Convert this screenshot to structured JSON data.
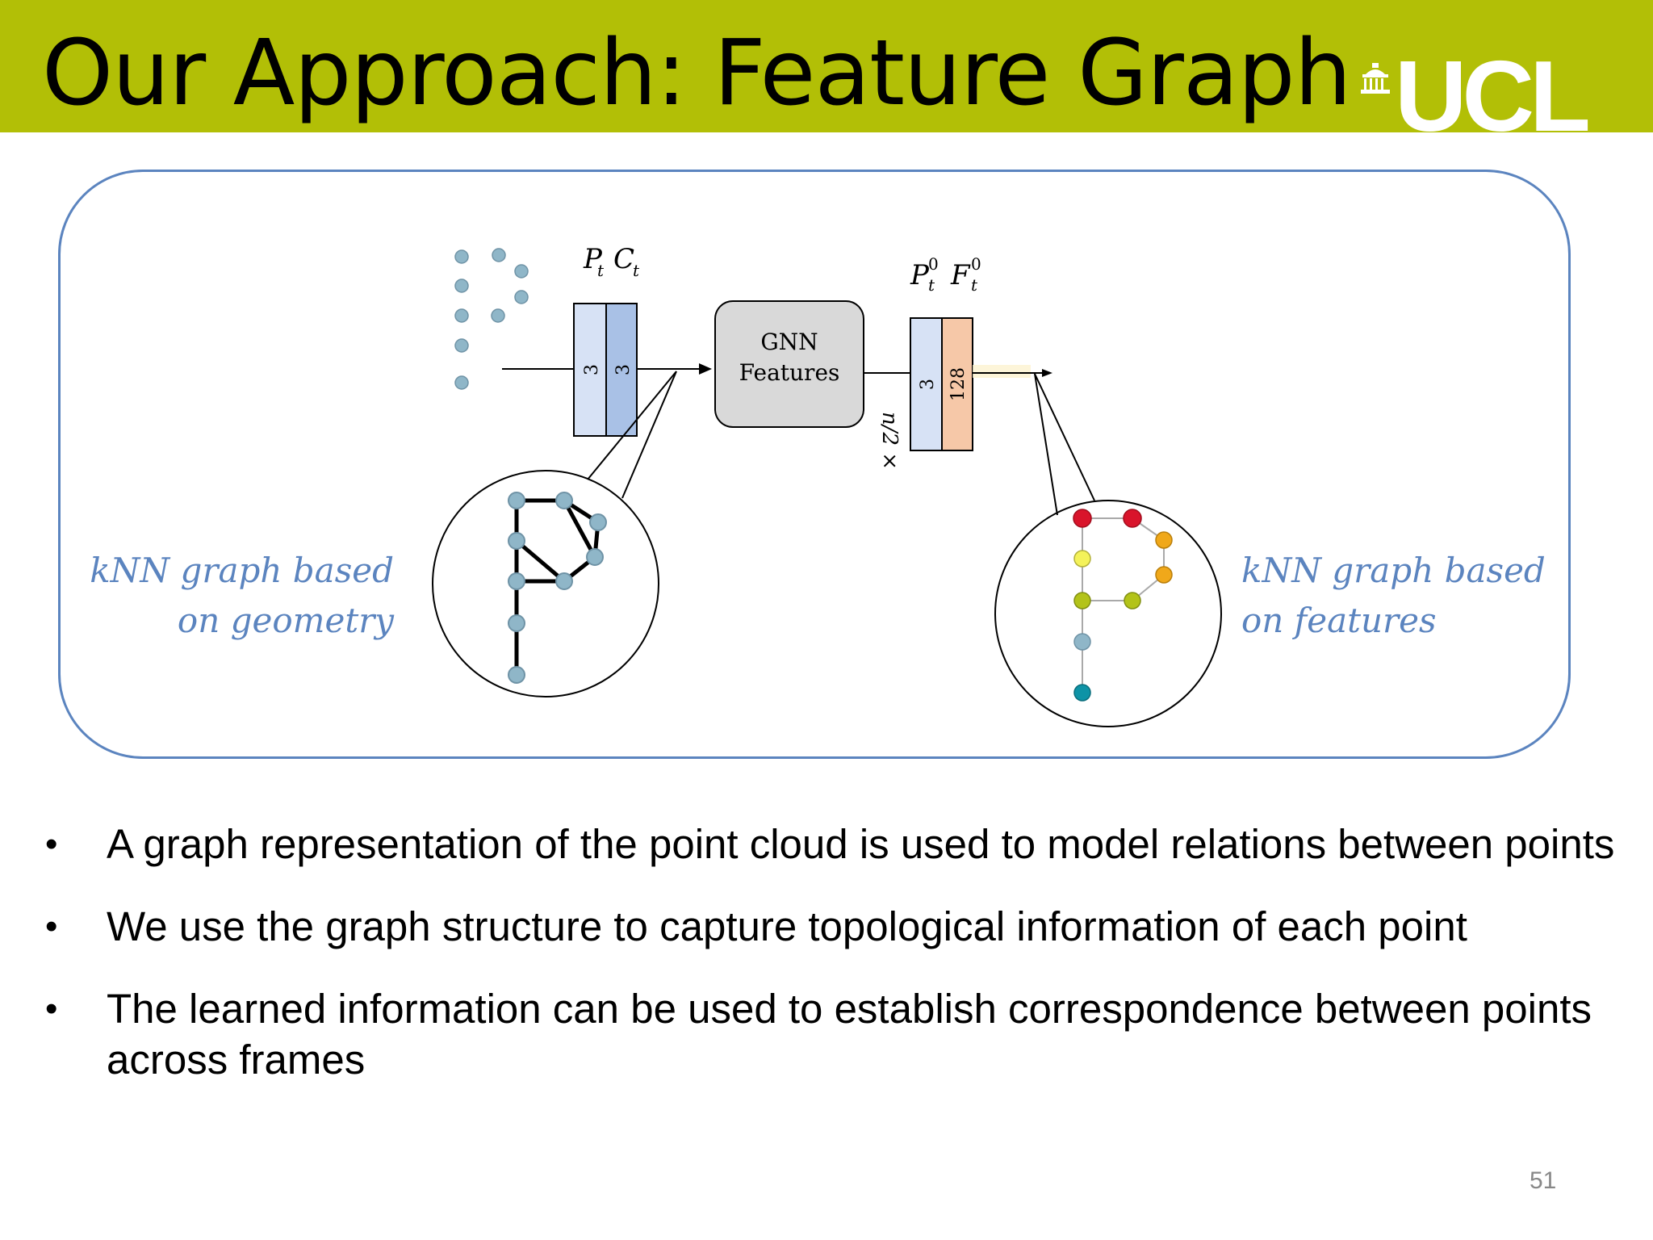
{
  "slide": {
    "title": "Our Approach: Feature Graph",
    "logo_text": "UCL",
    "page_number": "51"
  },
  "diagram": {
    "input_label_p": "P",
    "input_label_c": "C",
    "input_subscript": "t",
    "input_channel_1": "3",
    "input_channel_2": "3",
    "gnn_label_line1": "GNN",
    "gnn_label_line2": "Features",
    "repeat_label": "n/2 ×",
    "output_label_p": "P",
    "output_label_f": "F",
    "output_superscript": "0",
    "output_subscript": "t",
    "output_channel_1": "3",
    "output_channel_2": "128",
    "left_caption_line1": "kNN graph based",
    "left_caption_line2": "on geometry",
    "right_caption_line1": "kNN graph based",
    "right_caption_line2": "on features",
    "colors": {
      "accent_blue": "#5b84bf",
      "point": "#8fb6c8",
      "input_col_1": "#d7e2f5",
      "input_col_2": "#a9c1e6",
      "output_col_2": "#f6c8a8",
      "gnn_box": "#d9d9d9",
      "feature_red": "#d9142b",
      "feature_orange": "#f0a81a",
      "feature_yellow": "#f4f25a",
      "feature_olive": "#b3c319",
      "feature_teal": "#0e93a6"
    }
  },
  "bullets": [
    "A graph representation of the point cloud is used to model relations between points",
    "We use the graph structure to capture topological information of each point",
    "The learned information can be used to establish correspondence between points across frames"
  ]
}
